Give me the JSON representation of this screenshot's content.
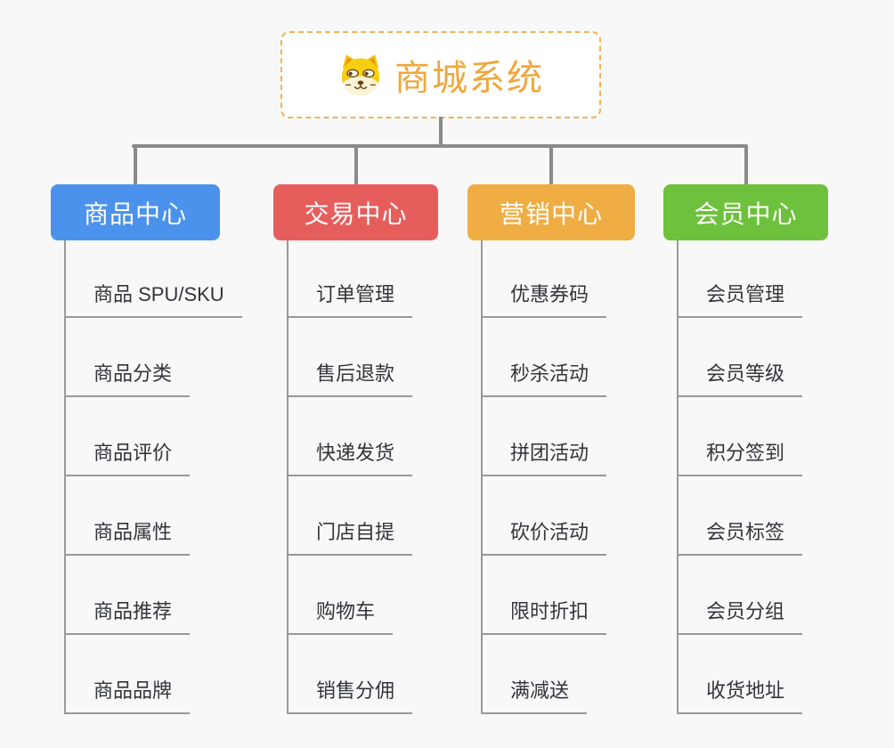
{
  "page": {
    "background_color": "#f8f8f8",
    "connector_color": "#8a8a8a",
    "child_line_color": "#999999",
    "child_text_color": "#32353b"
  },
  "root": {
    "title": "商城系统",
    "title_color": "#f0a73c",
    "border_color": "#f3b155",
    "icon": "shiba-dog-icon"
  },
  "branches": [
    {
      "label": "商品中心",
      "color": "#4b92ec",
      "children": [
        "商品 SPU/SKU",
        "商品分类",
        "商品评价",
        "商品属性",
        "商品推荐",
        "商品品牌"
      ]
    },
    {
      "label": "交易中心",
      "color": "#e65e5c",
      "children": [
        "订单管理",
        "售后退款",
        "快递发货",
        "门店自提",
        "购物车",
        "销售分佣"
      ]
    },
    {
      "label": "营销中心",
      "color": "#efad43",
      "children": [
        "优惠券码",
        "秒杀活动",
        "拼团活动",
        "砍价活动",
        "限时折扣",
        "满减送"
      ]
    },
    {
      "label": "会员中心",
      "color": "#6ec13c",
      "children": [
        "会员管理",
        "会员等级",
        "积分签到",
        "会员标签",
        "会员分组",
        "收货地址"
      ]
    }
  ]
}
